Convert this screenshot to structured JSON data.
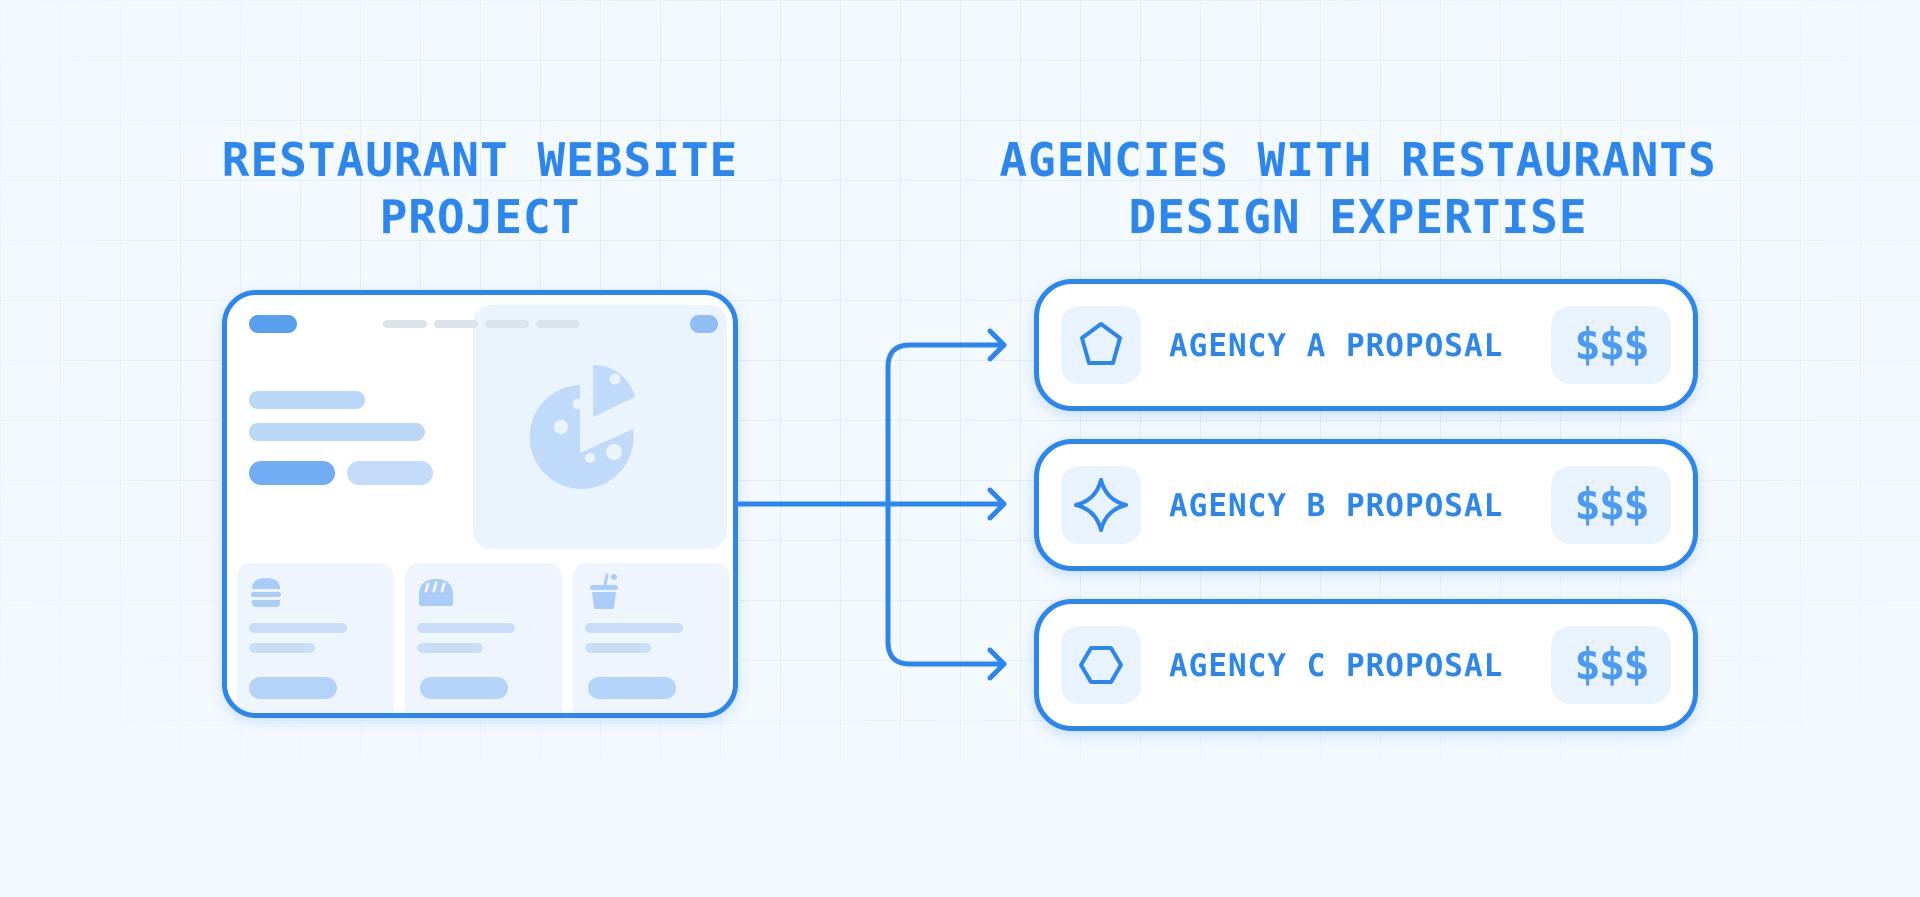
{
  "colors": {
    "accent": "#2b86ef",
    "light_fill": "#e9f3fd",
    "background": "#f4f9fe"
  },
  "left_heading": {
    "line1": "RESTAURANT WEBSITE",
    "line2": "PROJECT"
  },
  "right_heading": {
    "line1": "AGENCIES WITH RESTAURANTS",
    "line2": "DESIGN EXPERTISE"
  },
  "mockup": {
    "hero_icon": "pizza-icon",
    "card_icons": [
      "burger-icon",
      "bread-icon",
      "drink-cup-icon"
    ]
  },
  "agencies": [
    {
      "label": "AGENCY A PROPOSAL",
      "price": "$$$",
      "icon": "pentagon-icon"
    },
    {
      "label": "AGENCY B PROPOSAL",
      "price": "$$$",
      "icon": "sparkle-icon"
    },
    {
      "label": "AGENCY C PROPOSAL",
      "price": "$$$",
      "icon": "hexagon-icon"
    }
  ]
}
